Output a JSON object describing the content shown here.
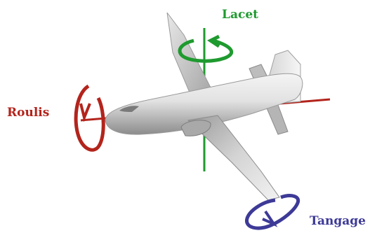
{
  "axes": {
    "yaw": {
      "label": "Lacet",
      "color": "#1f9a2f"
    },
    "roll": {
      "label": "Roulis",
      "color": "#b3241c"
    },
    "pitch": {
      "label": "Tangage",
      "color": "#3d3a97"
    }
  },
  "airplane": {
    "body_color": "#d9d9d9",
    "shadow_color": "#8a8a8a"
  }
}
